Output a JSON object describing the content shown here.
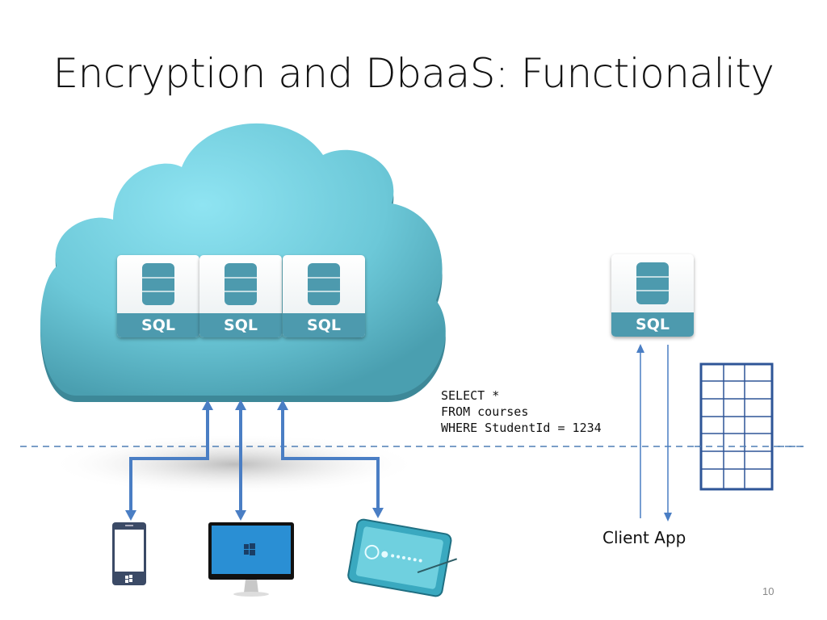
{
  "slide": {
    "title": "Encryption and DbaaS: Functionality",
    "page_number": "10"
  },
  "cloud": {
    "databases": [
      {
        "label": "SQL"
      },
      {
        "label": "SQL"
      },
      {
        "label": "SQL"
      }
    ],
    "color": "#6cc8d8"
  },
  "client_side": {
    "database": {
      "label": "SQL"
    },
    "query_lines": [
      "SELECT *",
      "FROM courses",
      "WHERE StudentId = 1234"
    ],
    "label": "Client App",
    "result_table": {
      "rows": 7,
      "cols": 3
    }
  },
  "devices": [
    "phone",
    "monitor",
    "tablet"
  ],
  "colors": {
    "arrow": "#4a7ec4",
    "dashed_line": "#4f7fb5",
    "sql_band": "#4d9aae",
    "table_border": "#2e5597"
  }
}
